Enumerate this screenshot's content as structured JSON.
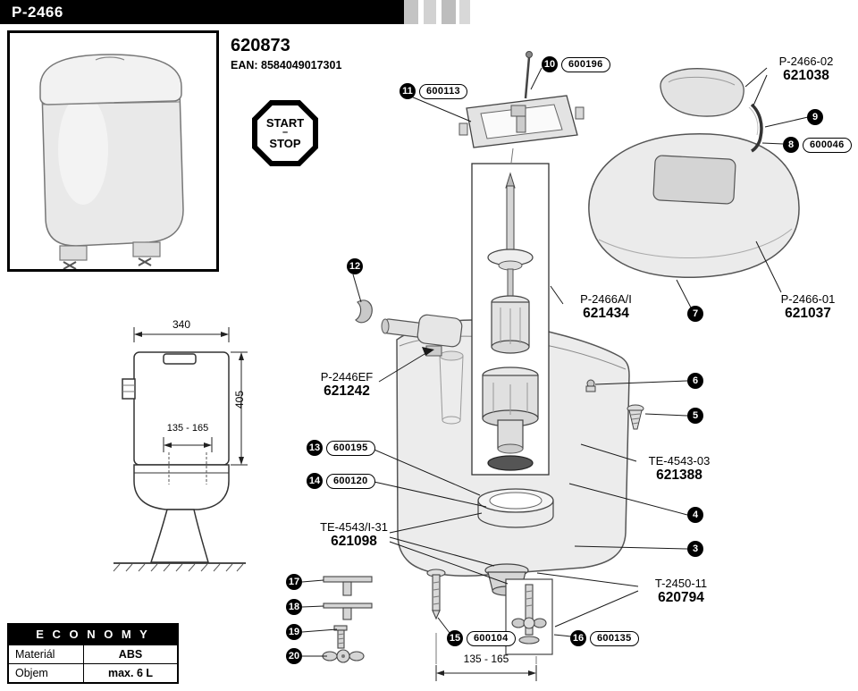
{
  "header": {
    "model": "P-2466"
  },
  "product": {
    "code": "620873",
    "ean": "EAN: 8584049017301"
  },
  "badge": {
    "top": "START",
    "dash": "–",
    "bottom": "STOP"
  },
  "callouts": [
    {
      "num": "10",
      "code": "600196"
    },
    {
      "num": "11",
      "code": "600113"
    },
    {
      "num": "9"
    },
    {
      "num": "8",
      "code": "600046"
    },
    {
      "num": "12"
    },
    {
      "num": "7"
    },
    {
      "num": "6"
    },
    {
      "num": "5"
    },
    {
      "num": "13",
      "code": "600195"
    },
    {
      "num": "14",
      "code": "600120"
    },
    {
      "num": "4"
    },
    {
      "num": "3"
    },
    {
      "num": "17"
    },
    {
      "num": "18"
    },
    {
      "num": "19"
    },
    {
      "num": "20"
    },
    {
      "num": "15",
      "code": "600104"
    },
    {
      "num": "16",
      "code": "600135"
    }
  ],
  "part_labels": [
    {
      "name": "P-2466-02",
      "code": "621038"
    },
    {
      "name": "P-2466A/I",
      "code": "621434"
    },
    {
      "name": "P-2466-01",
      "code": "621037"
    },
    {
      "name": "P-2446EF",
      "code": "621242"
    },
    {
      "name": "TE-4543-03",
      "code": "621388"
    },
    {
      "name": "TE-4543/I-31",
      "code": "621098"
    },
    {
      "name": "T-2450-11",
      "code": "620794"
    }
  ],
  "dimensions": {
    "width": "340",
    "height": "405",
    "inner_range": "135 - 165",
    "bottom_range": "135 - 165"
  },
  "economy_table": {
    "header": "E C O N O M Y",
    "rows": [
      {
        "label": "Materiál",
        "value": "ABS"
      },
      {
        "label": "Objem",
        "value": "max. 6 L"
      }
    ]
  }
}
